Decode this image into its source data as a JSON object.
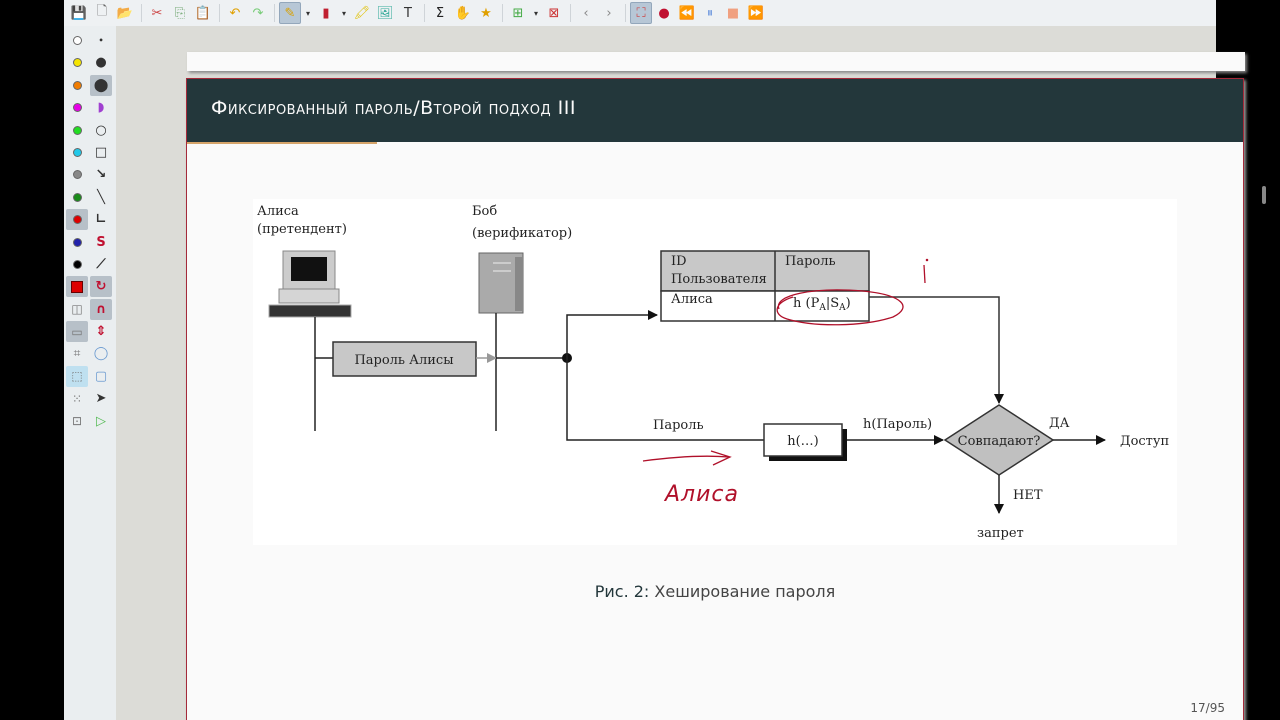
{
  "toolbar": {
    "items": [
      {
        "name": "save-icon",
        "glyph": "💾"
      },
      {
        "name": "new-page-icon",
        "glyph": "🗋"
      },
      {
        "name": "open-folder-icon",
        "glyph": "📂"
      },
      {
        "name": "cut-icon",
        "glyph": "✂"
      },
      {
        "name": "copy-icon",
        "glyph": "⎘"
      },
      {
        "name": "paste-icon",
        "glyph": "📋"
      },
      {
        "name": "undo-icon",
        "glyph": "↶"
      },
      {
        "name": "redo-icon",
        "glyph": "↷"
      },
      {
        "name": "pen-icon",
        "glyph": "✎"
      },
      {
        "name": "eraser-icon",
        "glyph": "▮"
      },
      {
        "name": "highlighter-icon",
        "glyph": "🖍"
      },
      {
        "name": "image-icon",
        "glyph": "🖼"
      },
      {
        "name": "text-icon",
        "glyph": "T"
      },
      {
        "name": "formula-icon",
        "glyph": "Σ"
      },
      {
        "name": "hand-icon",
        "glyph": "✋"
      },
      {
        "name": "favorite-tool-icon",
        "glyph": "★"
      },
      {
        "name": "add-page-icon",
        "glyph": "⊞"
      },
      {
        "name": "delete-page-icon",
        "glyph": "⊠"
      },
      {
        "name": "previous-page-icon",
        "glyph": "‹"
      },
      {
        "name": "next-page-icon",
        "glyph": "›"
      },
      {
        "name": "fullscreen-icon",
        "glyph": "⛶"
      },
      {
        "name": "record-icon",
        "glyph": "●"
      },
      {
        "name": "rewind-icon",
        "glyph": "⏪"
      },
      {
        "name": "pause-icon",
        "glyph": "⏸"
      },
      {
        "name": "stop-icon",
        "glyph": "■"
      },
      {
        "name": "fast-forward-icon",
        "glyph": "⏩"
      }
    ]
  },
  "sidebar": {
    "colors": [
      "#ffffff",
      "#f5e500",
      "#f07c00",
      "#e600e6",
      "#22dd22",
      "#22c8e8",
      "#888888",
      "#1a8c1a",
      "#dd0000",
      "#2222aa",
      "#000000"
    ],
    "selected_color": "#dd0000",
    "tools": [
      {
        "name": "thin-stroke-icon",
        "glyph": "•"
      },
      {
        "name": "medium-stroke-icon",
        "glyph": "●"
      },
      {
        "name": "thick-stroke-icon",
        "glyph": "⬤"
      },
      {
        "name": "fill-shape-icon",
        "glyph": "◗"
      },
      {
        "name": "circle-tool-icon",
        "glyph": "○"
      },
      {
        "name": "rectangle-tool-icon",
        "glyph": "□"
      },
      {
        "name": "arrow-tool-icon",
        "glyph": "↘"
      },
      {
        "name": "line-tool-icon",
        "glyph": "╲"
      },
      {
        "name": "axis-tool-icon",
        "glyph": "∟"
      },
      {
        "name": "spline-tool-icon",
        "glyph": "S"
      },
      {
        "name": "ruler-tool-icon",
        "glyph": "⟋"
      },
      {
        "name": "rotate-tool-icon",
        "glyph": "↻"
      },
      {
        "name": "magnet-tool-icon",
        "glyph": "∩"
      },
      {
        "name": "vertical-space-icon",
        "glyph": "⇕"
      },
      {
        "name": "lasso-select-icon",
        "glyph": "◯"
      },
      {
        "name": "rect-select-icon",
        "glyph": "▢"
      },
      {
        "name": "pointer-icon",
        "glyph": "➤"
      },
      {
        "name": "play-pointer-icon",
        "glyph": "▷"
      }
    ],
    "layout_tools": [
      {
        "name": "two-page-icon",
        "glyph": "◫"
      },
      {
        "name": "presentation-icon",
        "glyph": "▭"
      },
      {
        "name": "crop-icon",
        "glyph": "⌗"
      },
      {
        "name": "select-region-icon",
        "glyph": "⬚"
      },
      {
        "name": "select-dotted-icon",
        "glyph": "⁙"
      },
      {
        "name": "select-object-icon",
        "glyph": "⊡"
      }
    ]
  },
  "slide": {
    "title": "Фиксированный пароль/Второй подход  III",
    "caption_label": "Рис. 2:",
    "caption_text": " Хеширование пароля",
    "page_number": "17/95"
  },
  "diagram": {
    "alice_label": "Алиса",
    "alice_role": "(претендент)",
    "bob_label": "Боб",
    "bob_role": "(верификатор)",
    "alice_password_box": "Пароль Алисы",
    "table": {
      "headers": [
        "ID\nПользователя",
        "Пароль"
      ],
      "header_line1": "ID",
      "header_line2": "Пользователя",
      "header_password": "Пароль",
      "row_user": "Алиса",
      "row_hash": "h (P",
      "row_hash_sub1": "A",
      "row_hash_mid": "|S",
      "row_hash_sub2": "A",
      "row_hash_end": ")"
    },
    "password_label": "Пароль",
    "hash_box": "h(…)",
    "hash_output_label": "h(Пароль)",
    "decision": "Совпадают?",
    "yes_label": "ДА",
    "yes_result": "Доступ",
    "no_label": "НЕТ",
    "no_result": "запрет",
    "annotation_text": "Алиса"
  }
}
